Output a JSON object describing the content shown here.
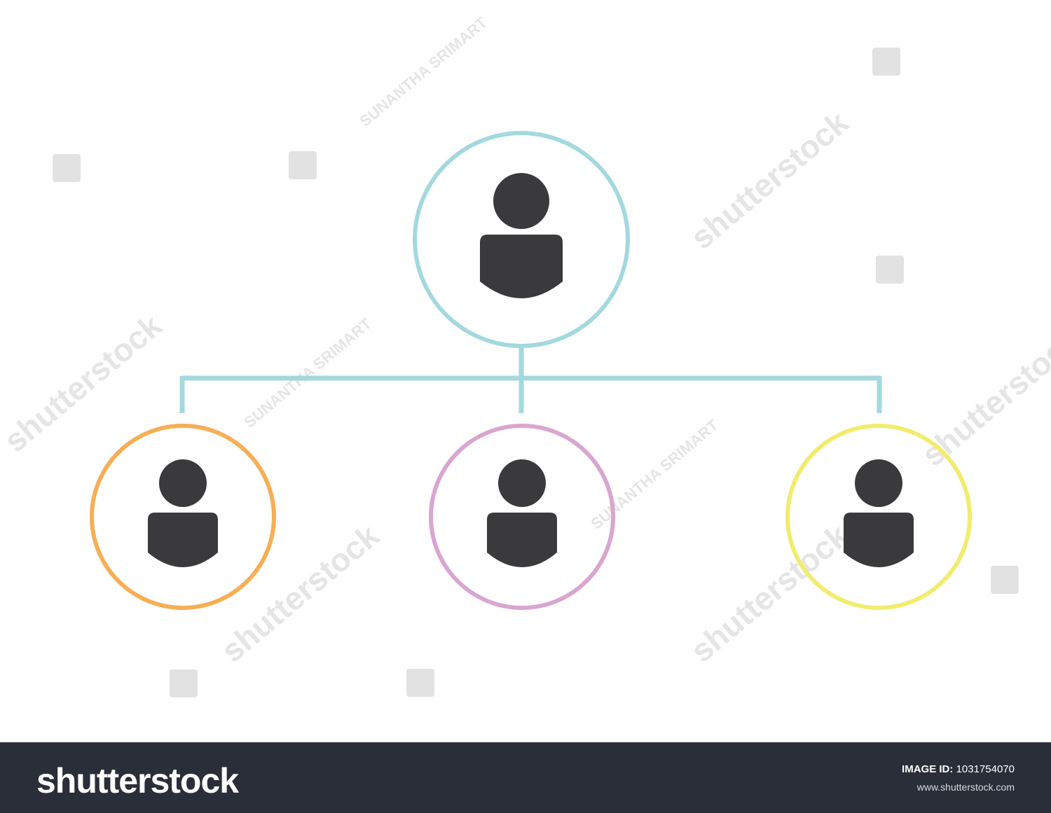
{
  "diagram": {
    "connector_color": "#a3d9de",
    "icon_color": "#3a3a3c",
    "nodes": [
      {
        "id": "root",
        "ring_color": "#a3d9de"
      },
      {
        "id": "child-1",
        "ring_color": "#f7ae55"
      },
      {
        "id": "child-2",
        "ring_color": "#d9a6d0"
      },
      {
        "id": "child-3",
        "ring_color": "#f2ec6e"
      }
    ]
  },
  "watermark": {
    "brand": "shutterstock",
    "author": "SUNANTHA SRIMART"
  },
  "footer": {
    "logo_text": "shutterstock",
    "image_id_label": "IMAGE ID:",
    "image_id_value": "1031754070",
    "site_url": "www.shutterstock.com"
  }
}
